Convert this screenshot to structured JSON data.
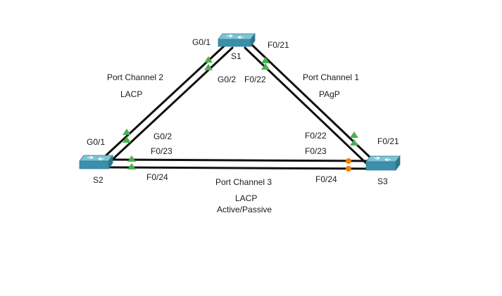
{
  "switches": {
    "s1": {
      "name": "S1"
    },
    "s2": {
      "name": "S2"
    },
    "s3": {
      "name": "S3"
    }
  },
  "port_channels": {
    "pc1": {
      "title": "Port Channel 1",
      "protocol": "PAgP"
    },
    "pc2": {
      "title": "Port Channel 2",
      "protocol": "LACP"
    },
    "pc3": {
      "title": "Port Channel 3",
      "protocol": "LACP",
      "mode": "Active/Passive"
    }
  },
  "ports": {
    "s1_g01": "G0/1",
    "s1_g02": "G0/2",
    "s1_f021": "F0/21",
    "s1_f022": "F0/22",
    "s2_g01": "G0/1",
    "s2_g02": "G0/2",
    "s2_f023": "F0/23",
    "s2_f024": "F0/24",
    "s3_f022": "F0/22",
    "s3_f023": "F0/23",
    "s3_f024": "F0/24",
    "s3_f021": "F0/21"
  },
  "colors": {
    "link_up": "#4caf50",
    "link_blocked": "#f57c00",
    "switch_top": "#7ec3d6",
    "switch_side": "#3c8fa8",
    "cable": "#111111"
  }
}
